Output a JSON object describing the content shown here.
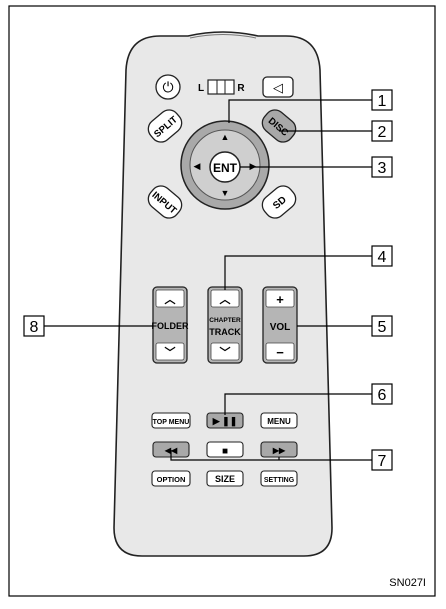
{
  "remote": {
    "power_glyph": "⏻",
    "lr_left": "L",
    "lr_right": "R",
    "speaker_glyph": "◁",
    "split_label": "SPLIT",
    "disc_label": "DISC",
    "input_label": "INPUT",
    "sd_label": "SD",
    "ent_label": "ENT",
    "arrow_up": "▲",
    "arrow_down": "▼",
    "arrow_left": "◀",
    "arrow_right": "▶",
    "folder_label": "FOLDER",
    "chapter_label": "CHAPTER",
    "track_label": "TRACK",
    "vol_label": "VOL",
    "plus": "+",
    "minus": "−",
    "rocker_up": "︿",
    "rocker_down": "﹀",
    "top_menu_label": "TOP MENU",
    "play_pause_glyph": "▶ ❚❚",
    "menu_label": "MENU",
    "rewind_glyph": "◀◀",
    "stop_glyph": "■",
    "ffwd_glyph": "▶▶",
    "option_label": "OPTION",
    "size_label": "SIZE",
    "setting_label": "SETTING"
  },
  "callouts": {
    "c1": "1",
    "c2": "2",
    "c3": "3",
    "c4": "4",
    "c5": "5",
    "c6": "6",
    "c7": "7",
    "c8": "8"
  },
  "figure_id": "SN027I"
}
